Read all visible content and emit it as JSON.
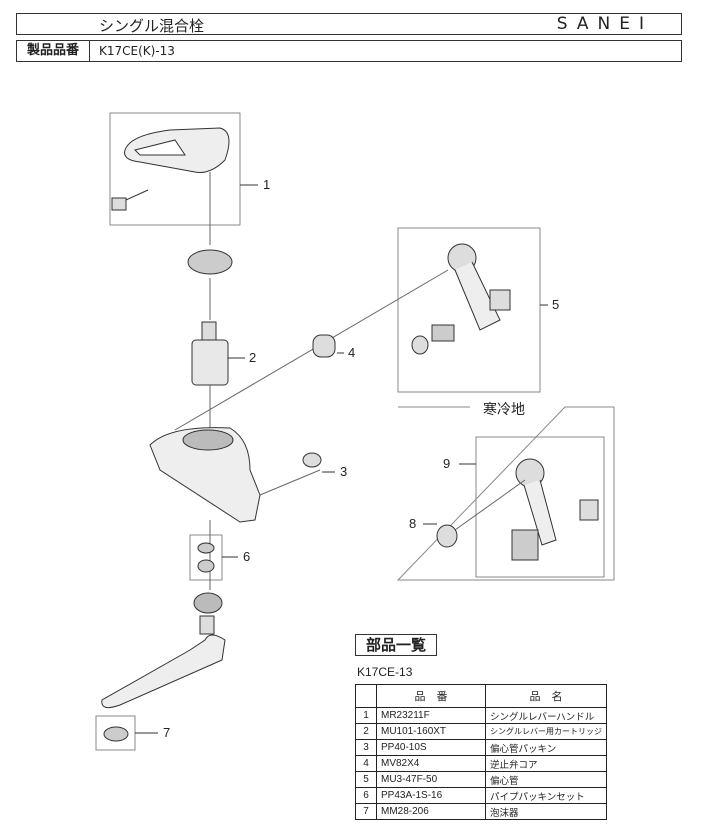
{
  "header": {
    "title": "シングル混合栓",
    "brand": "SANEI",
    "product_label": "製品品番",
    "product_code": "K17CE(K)-13"
  },
  "diagram": {
    "callouts": [
      "1",
      "2",
      "3",
      "4",
      "5",
      "6",
      "7",
      "8",
      "9"
    ],
    "cold_region_label": "寒冷地"
  },
  "parts_list": {
    "title": "部品一覧",
    "model": "K17CE-13",
    "columns": [
      "品　番",
      "品　名"
    ],
    "rows": [
      {
        "no": "1",
        "part": "MR23211F",
        "name": "シングルレバーハンドル"
      },
      {
        "no": "2",
        "part": "MU101-160XT",
        "name": "シングルレバー用カートリッジ"
      },
      {
        "no": "3",
        "part": "PP40-10S",
        "name": "偏心管パッキン"
      },
      {
        "no": "4",
        "part": "MV82X4",
        "name": "逆止弁コア"
      },
      {
        "no": "5",
        "part": "MU3-47F-50",
        "name": "偏心管"
      },
      {
        "no": "6",
        "part": "PP43A-1S-16",
        "name": "パイプパッキンセット"
      },
      {
        "no": "7",
        "part": "MM28-206",
        "name": "泡沫器"
      }
    ]
  }
}
